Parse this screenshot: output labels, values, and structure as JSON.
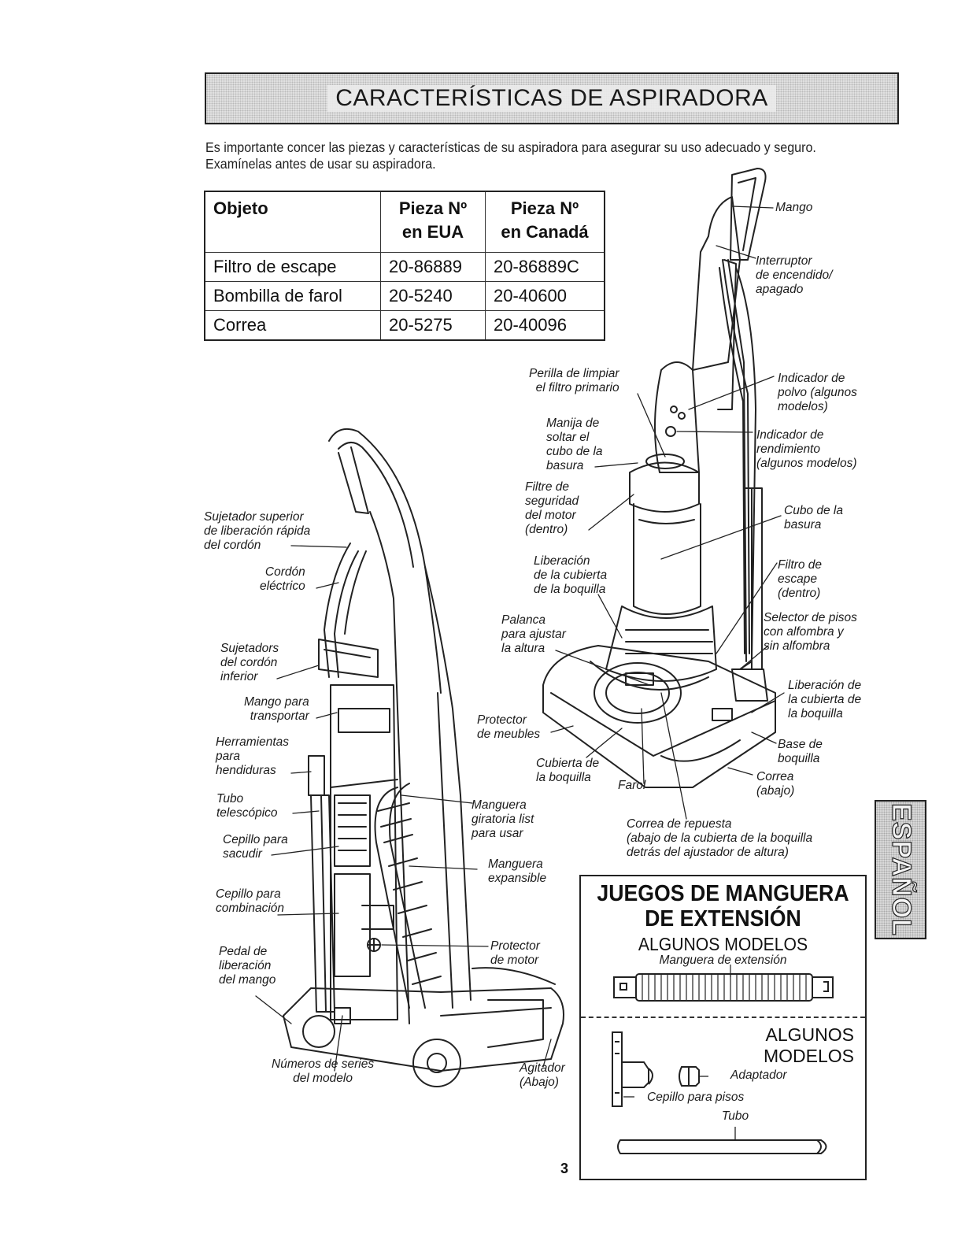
{
  "header": {
    "title": "CARACTERÍSTICAS DE ASPIRADORA"
  },
  "intro": {
    "line1": "Es importante concer las piezas y características de su aspiradora para asegurar su uso adecuado y seguro.",
    "line2": "Examínelas antes de usar su aspiradora."
  },
  "parts_table": {
    "headers": [
      "Objeto",
      "Pieza Nº\nen EUA",
      "Pieza Nº\nen Canadá"
    ],
    "rows": [
      [
        "Filtro de escape",
        "20-86889",
        "20-86889C"
      ],
      [
        "Bombilla de farol",
        "20-5240",
        "20-40600"
      ],
      [
        "Correa",
        "20-5275",
        "20-40096"
      ]
    ]
  },
  "labels": {
    "mango": "Mango",
    "interruptor": "Interruptor\nde encendido/\napagado",
    "perilla": "Perilla de limpiar\nel filtro primario",
    "indicador_polvo": "Indicador de\npolvo (algunos\nmodelos)",
    "manija": "Manija de\nsoltar el\ncubo de la\nbasura",
    "indicador_rend": "Indicador de\nrendimiento\n(algunos modelos)",
    "filtre": "Filtre de\nseguridad\ndel motor\n(dentro)",
    "cubo": "Cubo de la\nbasura",
    "sujetador_sup": "Sujetador superior\nde liberación rápida\ndel cordón",
    "liberacion_cub1": "Liberación\nde la cubierta\nde la boquilla",
    "filtro_escape": "Filtro de\nescape\n(dentro)",
    "cordon": "Cordón\neléctrico",
    "palanca": "Palanca\npara ajustar\nla altura",
    "selector": "Selector de pisos\ncon alfombra y\nsin alfombra",
    "sujetadores_inf": "Sujetadors\ndel cordón\ninferior",
    "liberacion_cub2": "Liberación de\nla cubierta de\nla boquilla",
    "mango_transp": "Mango para\ntransportar",
    "protector_muebles": "Protector\nde meubles",
    "herramientas": "Herramientas\npara\nhendiduras",
    "base": "Base de\nboquilla",
    "cubierta": "Cubierta de\nla boquilla",
    "farol": "Farol",
    "correa": "Correa\n(abajo)",
    "tubo_tel": "Tubo\ntelescópico",
    "manguera_gir": "Manguera\ngiratoria list\npara usar",
    "correa_rep": "Correa de repuesta\n(abajo de la cubierta de la boquilla\ndetrás del ajustador de altura)",
    "cepillo_sac": "Cepillo para\nsacudir",
    "manguera_exp": "Manguera\nexpansible",
    "cepillo_comb": "Cepillo para\ncombinación",
    "protector_motor": "Protector\nde motor",
    "pedal": "Pedal de\nliberación\ndel mango",
    "numeros": "Números de series\ndel modelo",
    "agitador": "Agitador\n(Abajo)"
  },
  "extension_box": {
    "title_line1": "JUEGOS DE MANGUERA",
    "title_line2": "DE EXTENSIÓN",
    "subtitle": "ALGUNOS MODELOS",
    "hose_label": "Manguera de extensión",
    "subtitle2_line1": "ALGUNOS",
    "subtitle2_line2": "MODELOS",
    "adaptador": "Adaptador",
    "cepillo_pisos": "Cepillo para pisos",
    "tubo": "Tubo"
  },
  "side_tab": {
    "text": "ESPAÑOL"
  },
  "page_number": "3"
}
